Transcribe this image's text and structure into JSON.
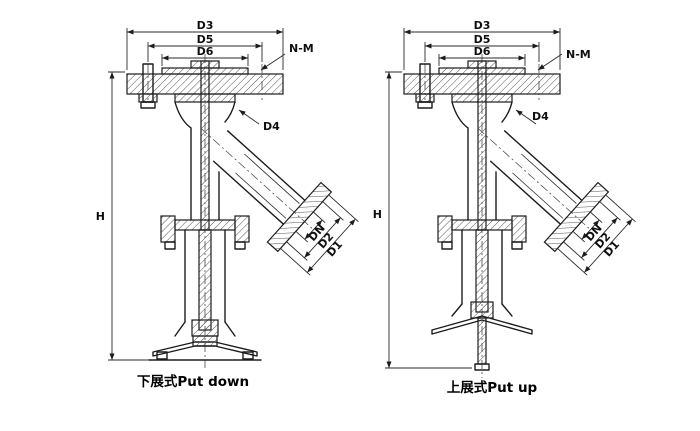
{
  "colors": {
    "ink": "#1c1c1c",
    "background": "#ffffff"
  },
  "drawings": {
    "left": {
      "caption": "下展式Put down",
      "labels": {
        "d3": "D3",
        "d5": "D5",
        "d6": "D6",
        "nm": "N-M",
        "d4": "D4",
        "h": "H",
        "dn": "DN",
        "d2": "D2",
        "d1": "D1"
      }
    },
    "right": {
      "caption": "上展式Put up",
      "labels": {
        "d3": "D3",
        "d5": "D5",
        "d6": "D6",
        "nm": "N-M",
        "d4": "D4",
        "h": "H",
        "dn": "DN",
        "d2": "D2",
        "d1": "D1"
      }
    }
  }
}
